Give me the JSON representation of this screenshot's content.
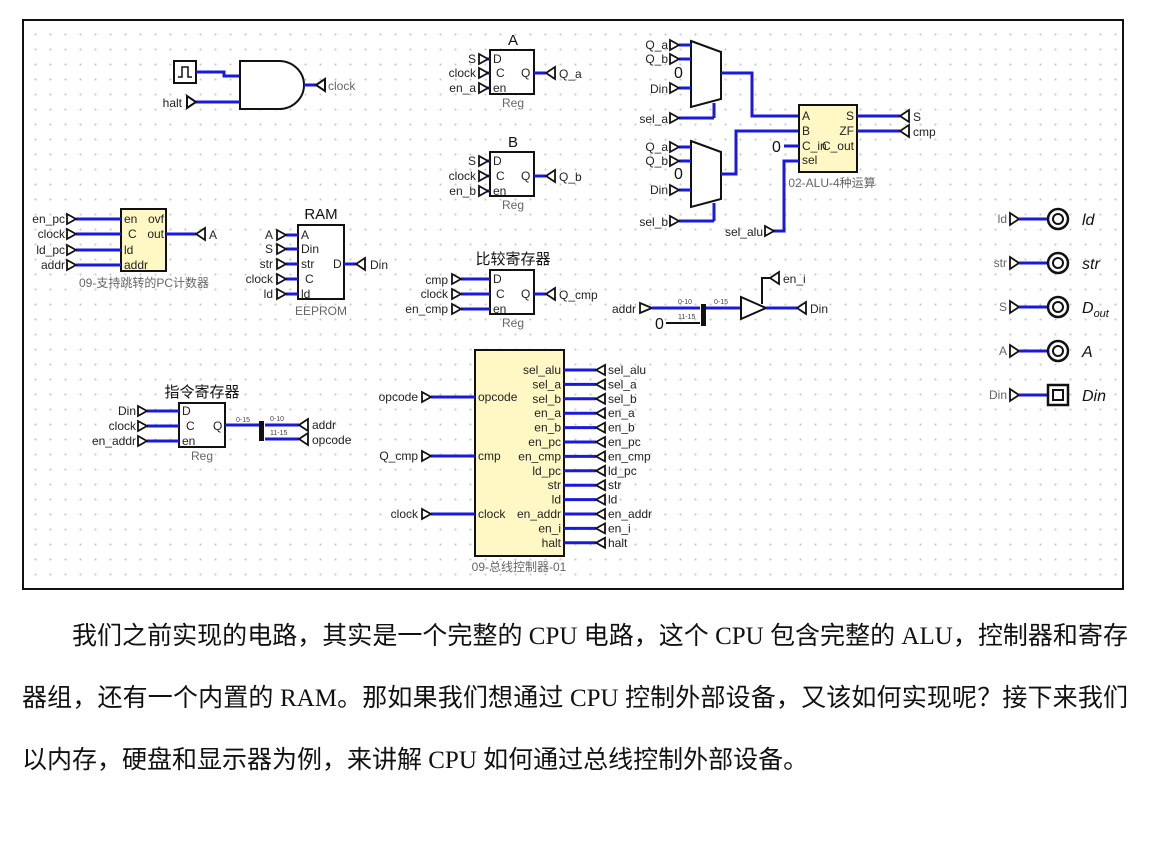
{
  "colors": {
    "wire": "#1a1adc",
    "box_fill": "#fff8c4",
    "pin": "#f0a000"
  },
  "clock_gate": {
    "in_halt": "halt",
    "out": "clock"
  },
  "reg_a": {
    "title": "A",
    "in1": "S",
    "in2": "clock",
    "in3": "en_a",
    "p1": "D",
    "p2": "C",
    "p3": "en",
    "pq": "Q",
    "out": "Q_a",
    "caption": "Reg"
  },
  "reg_b": {
    "title": "B",
    "in1": "S",
    "in2": "clock",
    "in3": "en_b",
    "p1": "D",
    "p2": "C",
    "p3": "en",
    "pq": "Q",
    "out": "Q_b",
    "caption": "Reg"
  },
  "reg_cmp": {
    "title": "比较寄存器",
    "in1": "cmp",
    "in2": "clock",
    "in3": "en_cmp",
    "p1": "D",
    "p2": "C",
    "p3": "en",
    "pq": "Q",
    "out": "Q_cmp",
    "caption": "Reg"
  },
  "reg_ir": {
    "title": "指令寄存器",
    "in1": "Din",
    "in2": "clock",
    "in3": "en_addr",
    "p1": "D",
    "p2": "C",
    "p3": "en",
    "pq": "Q",
    "caption": "Reg",
    "split_in": "0-15",
    "split_a": "0-10",
    "split_b": "11-15",
    "out_a": "addr",
    "out_b": "opcode"
  },
  "pc": {
    "in1": "en_pc",
    "in2": "clock",
    "in3": "ld_pc",
    "in4": "addr",
    "p1": "en",
    "p2": "C",
    "p3": "ld",
    "p4": "addr",
    "po1": "ovf",
    "po2": "out",
    "out": "A",
    "caption": "09-支持跳转的PC计数器"
  },
  "ram": {
    "title": "RAM",
    "in1": "A",
    "in2": "S",
    "in3": "str",
    "in4": "clock",
    "in5": "ld",
    "p1": "A",
    "p2": "Din",
    "p3": "str",
    "p4": "C",
    "p5": "ld",
    "pd": "D",
    "out": "Din",
    "caption": "EEPROM"
  },
  "alu": {
    "in_qa": "Q_a",
    "in_qb": "Q_b",
    "zero": "0",
    "in_din": "Din",
    "sel_a": "sel_a",
    "sel_b": "sel_b",
    "sel_alu": "sel_alu",
    "p1": "A",
    "p2": "B",
    "p3": "C_in",
    "p4": "sel",
    "po1": "S",
    "po2": "ZF",
    "po3": "C_out",
    "out1": "S",
    "out2": "cmp",
    "caption": "02-ALU-4种运算"
  },
  "bus": {
    "in": "addr",
    "zero": "0",
    "s1": "0-10",
    "s2": "0-15",
    "s3": "11-15",
    "en": "en_i",
    "out": "Din"
  },
  "ctrl": {
    "in1": "opcode",
    "in2": "Q_cmp",
    "in3": "clock",
    "p1": "opcode",
    "p2": "cmp",
    "p3": "clock",
    "outs": [
      "sel_alu",
      "sel_a",
      "sel_b",
      "en_a",
      "en_b",
      "en_pc",
      "en_cmp",
      "ld_pc",
      "str",
      "ld",
      "en_addr",
      "en_i",
      "halt"
    ],
    "caption": "09-总线控制器-01"
  },
  "probes": [
    {
      "in": "ld",
      "label": "ld"
    },
    {
      "in": "str",
      "label": "str"
    },
    {
      "in": "S",
      "label": "D_out"
    },
    {
      "in": "A",
      "label": "A"
    },
    {
      "in": "Din",
      "label": "Din"
    }
  ],
  "paragraph": "我们之前实现的电路，其实是一个完整的 CPU 电路，这个 CPU 包含完整的 ALU，控制器和寄存器组，还有一个内置的 RAM。那如果我们想通过 CPU 控制外部设备，又该如何实现呢？接下来我们以内存，硬盘和显示器为例，来讲解 CPU 如何通过总线控制外部设备。"
}
